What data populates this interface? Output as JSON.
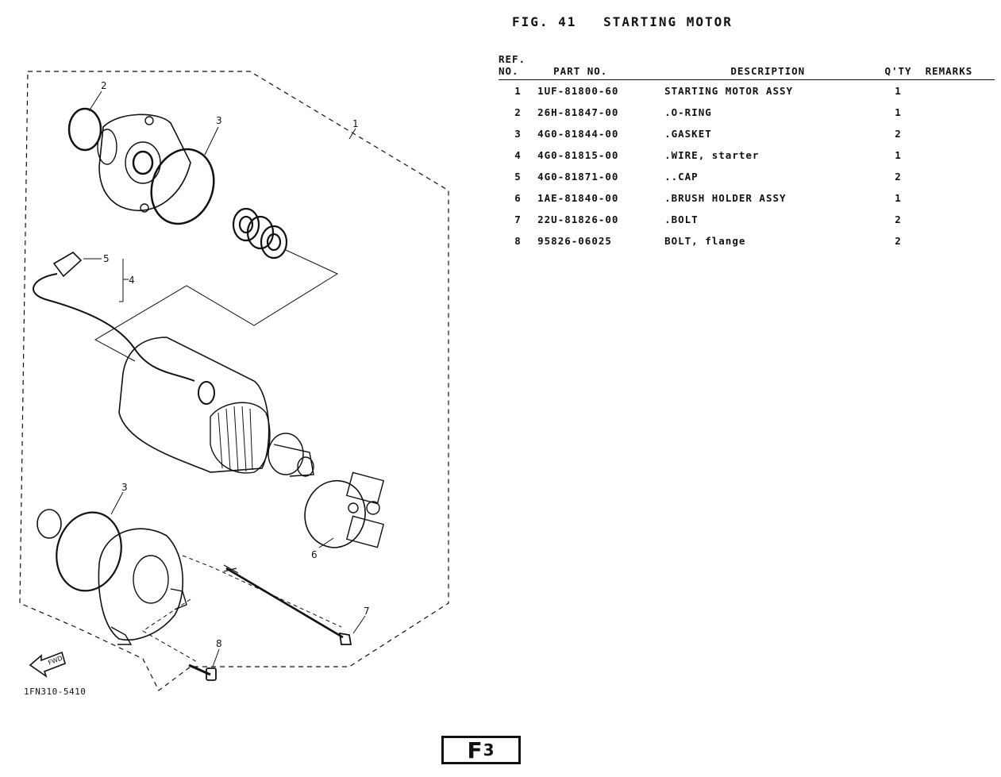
{
  "figure": {
    "number": "FIG. 41",
    "title": "STARTING MOTOR"
  },
  "table": {
    "headers": {
      "ref_line1": "REF.",
      "ref_line2": "NO.",
      "part_no": "PART NO.",
      "description": "DESCRIPTION",
      "qty": "Q'TY",
      "remarks": "REMARKS"
    },
    "rows": [
      {
        "ref": "1",
        "part_no": "1UF-81800-60",
        "description": "STARTING MOTOR ASSY",
        "qty": "1",
        "remarks": ""
      },
      {
        "ref": "2",
        "part_no": "26H-81847-00",
        "description": ".O-RING",
        "qty": "1",
        "remarks": ""
      },
      {
        "ref": "3",
        "part_no": "4G0-81844-00",
        "description": ".GASKET",
        "qty": "2",
        "remarks": ""
      },
      {
        "ref": "4",
        "part_no": "4G0-81815-00",
        "description": ".WIRE, starter",
        "qty": "1",
        "remarks": ""
      },
      {
        "ref": "5",
        "part_no": "4G0-81871-00",
        "description": "..CAP",
        "qty": "2",
        "remarks": ""
      },
      {
        "ref": "6",
        "part_no": "1AE-81840-00",
        "description": ".BRUSH HOLDER ASSY",
        "qty": "1",
        "remarks": ""
      },
      {
        "ref": "7",
        "part_no": "22U-81826-00",
        "description": ".BOLT",
        "qty": "2",
        "remarks": ""
      },
      {
        "ref": "8",
        "part_no": "95826-06025",
        "description": "BOLT, flange",
        "qty": "2",
        "remarks": ""
      }
    ]
  },
  "diagram": {
    "callouts": [
      "1",
      "2",
      "3",
      "3",
      "4",
      "5",
      "6",
      "7",
      "8"
    ],
    "fwd_label": "FWD",
    "drawing_code": "1FN310-5410"
  },
  "page": {
    "tag_letter": "F",
    "tag_number": "3"
  }
}
